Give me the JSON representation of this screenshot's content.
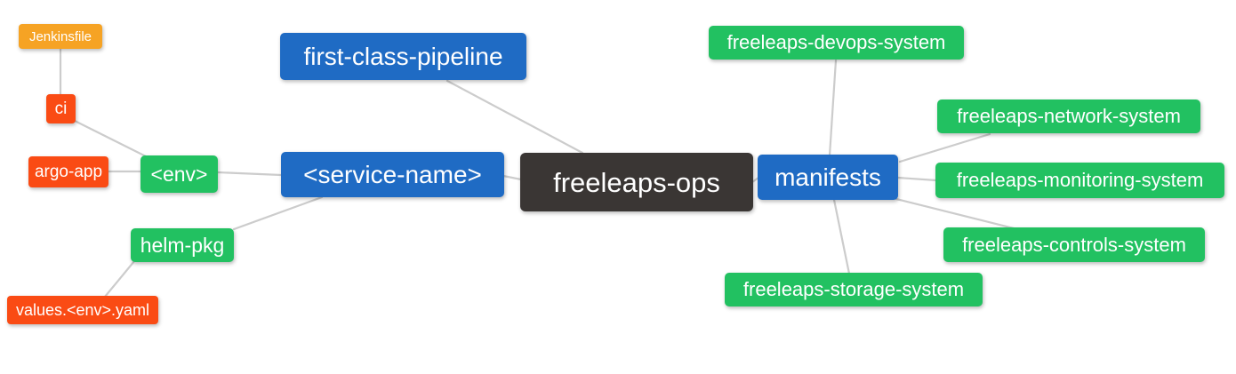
{
  "diagram": {
    "type": "mindmap",
    "root_label": "freeleaps-ops"
  },
  "palette": {
    "blue": "#1f6bc4",
    "green": "#22c161",
    "red": "#fa4b14",
    "amber": "#f6a324",
    "dark": "#3a3634",
    "edge": "#cccccc",
    "node_text": "#ffffff",
    "background": "#ffffff"
  },
  "nodes": [
    {
      "id": "jenkinsfile",
      "label": "Jenkinsfile",
      "color": "amber"
    },
    {
      "id": "ci",
      "label": "ci",
      "color": "red"
    },
    {
      "id": "argo-app",
      "label": "argo-app",
      "color": "red"
    },
    {
      "id": "env",
      "label": "<env>",
      "color": "green"
    },
    {
      "id": "helm-pkg",
      "label": "helm-pkg",
      "color": "green"
    },
    {
      "id": "values-env-yaml",
      "label": "values.<env>.yaml",
      "color": "red"
    },
    {
      "id": "first-class-pipeline",
      "label": "first-class-pipeline",
      "color": "blue"
    },
    {
      "id": "service-name",
      "label": "<service-name>",
      "color": "blue"
    },
    {
      "id": "freeleaps-ops",
      "label": "freeleaps-ops",
      "color": "dark"
    },
    {
      "id": "manifests",
      "label": "manifests",
      "color": "blue"
    },
    {
      "id": "devops-system",
      "label": "freeleaps-devops-system",
      "color": "green"
    },
    {
      "id": "network-system",
      "label": "freeleaps-network-system",
      "color": "green"
    },
    {
      "id": "monitoring-system",
      "label": "freeleaps-monitoring-system",
      "color": "green"
    },
    {
      "id": "controls-system",
      "label": "freeleaps-controls-system",
      "color": "green"
    },
    {
      "id": "storage-system",
      "label": "freeleaps-storage-system",
      "color": "green"
    }
  ],
  "edges": [
    {
      "from": "jenkinsfile",
      "to": "ci"
    },
    {
      "from": "ci",
      "to": "env"
    },
    {
      "from": "argo-app",
      "to": "env"
    },
    {
      "from": "env",
      "to": "service-name"
    },
    {
      "from": "helm-pkg",
      "to": "service-name"
    },
    {
      "from": "values-env-yaml",
      "to": "helm-pkg"
    },
    {
      "from": "first-class-pipeline",
      "to": "freeleaps-ops"
    },
    {
      "from": "service-name",
      "to": "freeleaps-ops"
    },
    {
      "from": "freeleaps-ops",
      "to": "manifests"
    },
    {
      "from": "manifests",
      "to": "devops-system"
    },
    {
      "from": "manifests",
      "to": "network-system"
    },
    {
      "from": "manifests",
      "to": "monitoring-system"
    },
    {
      "from": "manifests",
      "to": "controls-system"
    },
    {
      "from": "manifests",
      "to": "storage-system"
    }
  ]
}
